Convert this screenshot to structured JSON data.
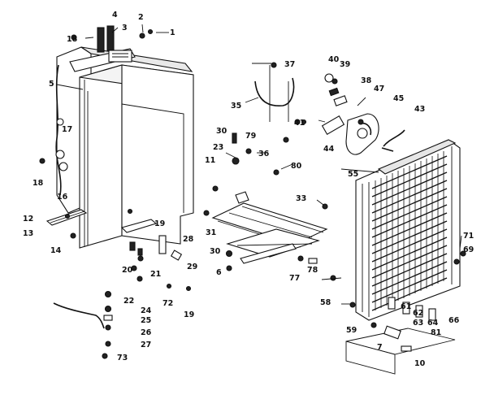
{
  "diagram": {
    "callouts": [
      {
        "id": "c1",
        "text": "1"
      },
      {
        "id": "c2",
        "text": "2"
      },
      {
        "id": "c3",
        "text": "3"
      },
      {
        "id": "c4",
        "text": "4"
      },
      {
        "id": "c5",
        "text": "5"
      },
      {
        "id": "c10",
        "text": "10"
      },
      {
        "id": "c11",
        "text": "11"
      },
      {
        "id": "c12",
        "text": "12"
      },
      {
        "id": "c13",
        "text": "13"
      },
      {
        "id": "c14",
        "text": "14"
      },
      {
        "id": "c16",
        "text": "16"
      },
      {
        "id": "c17",
        "text": "17"
      },
      {
        "id": "c18a",
        "text": "18"
      },
      {
        "id": "c18b",
        "text": "18"
      },
      {
        "id": "c19a",
        "text": "19"
      },
      {
        "id": "c19b",
        "text": "19"
      },
      {
        "id": "c20",
        "text": "20"
      },
      {
        "id": "c21",
        "text": "21"
      },
      {
        "id": "c22",
        "text": "22"
      },
      {
        "id": "c23",
        "text": "23"
      },
      {
        "id": "c24",
        "text": "24"
      },
      {
        "id": "c25",
        "text": "25"
      },
      {
        "id": "c26",
        "text": "26"
      },
      {
        "id": "c27",
        "text": "27"
      },
      {
        "id": "c28",
        "text": "28"
      },
      {
        "id": "c29",
        "text": "29"
      },
      {
        "id": "c30a",
        "text": "30"
      },
      {
        "id": "c30b",
        "text": "30"
      },
      {
        "id": "c31",
        "text": "31"
      },
      {
        "id": "c33",
        "text": "33"
      },
      {
        "id": "c35",
        "text": "35"
      },
      {
        "id": "c36",
        "text": "36"
      },
      {
        "id": "c37",
        "text": "37"
      },
      {
        "id": "c38",
        "text": "38"
      },
      {
        "id": "c39",
        "text": "39"
      },
      {
        "id": "c40",
        "text": "40"
      },
      {
        "id": "c41",
        "text": "41"
      },
      {
        "id": "c43",
        "text": "43"
      },
      {
        "id": "c44",
        "text": "44"
      },
      {
        "id": "c45",
        "text": "45"
      },
      {
        "id": "c47",
        "text": "47"
      },
      {
        "id": "c55",
        "text": "55"
      },
      {
        "id": "c58",
        "text": "58"
      },
      {
        "id": "c59",
        "text": "59"
      },
      {
        "id": "c61",
        "text": "61"
      },
      {
        "id": "c62",
        "text": "62"
      },
      {
        "id": "c63",
        "text": "63"
      },
      {
        "id": "c64",
        "text": "64"
      },
      {
        "id": "c66",
        "text": "66"
      },
      {
        "id": "c69",
        "text": "69"
      },
      {
        "id": "c71",
        "text": "71"
      },
      {
        "id": "c72",
        "text": "72"
      },
      {
        "id": "c73",
        "text": "73"
      },
      {
        "id": "c77",
        "text": "77"
      },
      {
        "id": "c78",
        "text": "78"
      },
      {
        "id": "c79",
        "text": "79"
      },
      {
        "id": "c80",
        "text": "80"
      },
      {
        "id": "c81",
        "text": "81"
      },
      {
        "id": "c6",
        "text": "6"
      },
      {
        "id": "c7",
        "text": "7"
      }
    ],
    "colors": {
      "ink": "#111111",
      "paper": "#ffffff"
    }
  }
}
